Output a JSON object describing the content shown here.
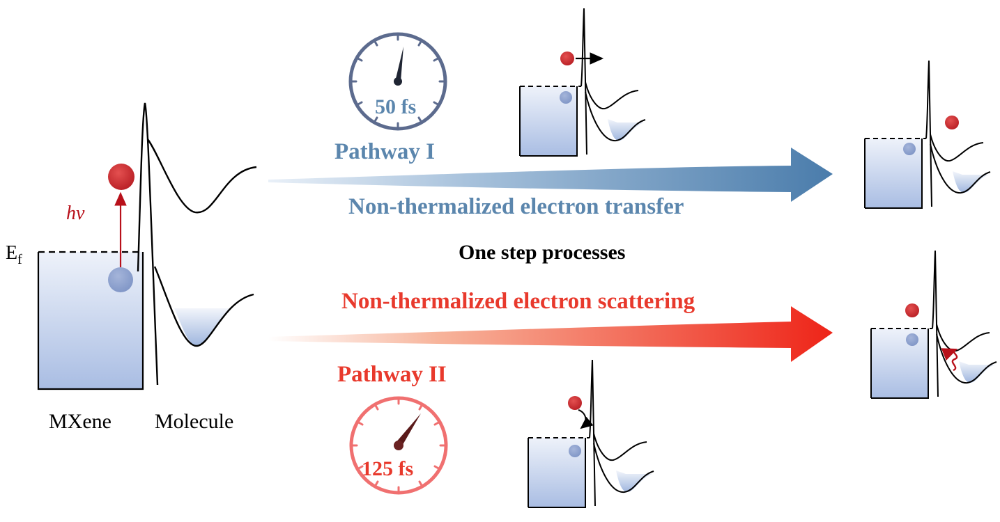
{
  "labels": {
    "mxene": "MXene",
    "molecule": "Molecule",
    "fermi_main": "E",
    "fermi_sub": "f",
    "photon": "hv",
    "pathway1": "Pathway I",
    "pathway2": "Pathway II",
    "transfer": "Non-thermalized electron transfer",
    "scattering": "Non-thermalized electron scattering",
    "one_step": "One step processes",
    "time1": "50 fs",
    "time2": "125 fs"
  },
  "colors": {
    "blue_text": "#5b86ad",
    "red_text": "#e8392c",
    "photon_red": "#b8101a",
    "electron_red": "#d42c2c",
    "hole_blue": "#8ea3cf",
    "stopwatch_blue": "#5c6b8e",
    "stopwatch_red": "#f07070",
    "arrow_blue": "#4e7fad",
    "arrow_red": "#ec2a1c",
    "band_fill": "#b9c9e6",
    "molecule_fill": "#a9bfe2"
  }
}
